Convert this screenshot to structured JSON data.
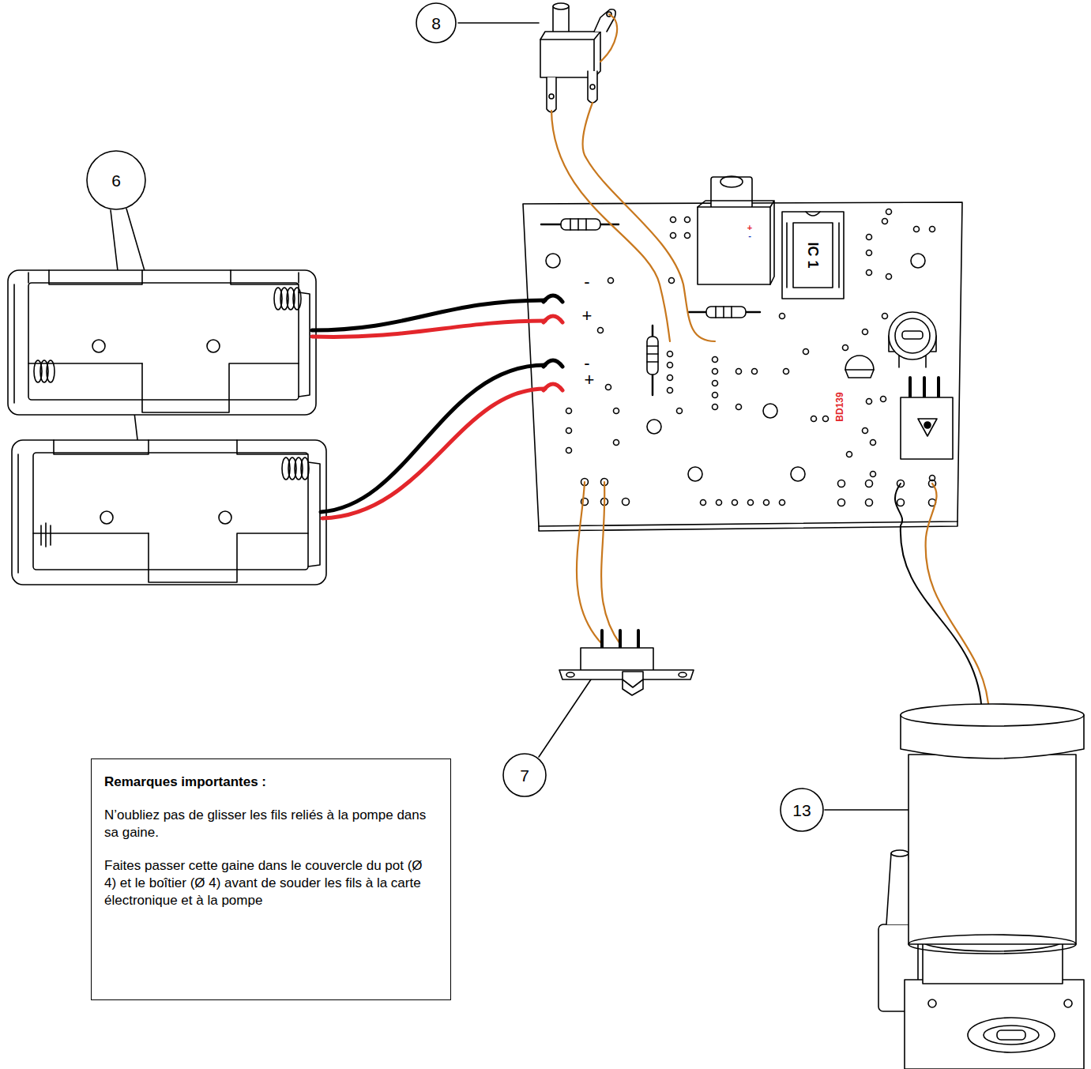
{
  "diagram": {
    "nodes": [
      {
        "text": [
          "8"
        ]
      },
      {
        "text": [
          "6"
        ]
      },
      {
        "text": [
          "Remarques importantes :",
          "N’oubliez pas de glisser les fils reliés à la pompe dans sa gaine.",
          "Faites passer cette gaine dans le couvercle du pot (Ø 4) et le boîtier (Ø 4) avant de souder les fils à la carte électronique et à la pompe"
        ]
      },
      {
        "text": [
          "7"
        ]
      },
      {
        "text": [
          "13"
        ]
      }
    ],
    "labels": [
      "-",
      "+",
      "-",
      "+",
      "+",
      "-",
      "IC 1",
      "BD139"
    ]
  }
}
